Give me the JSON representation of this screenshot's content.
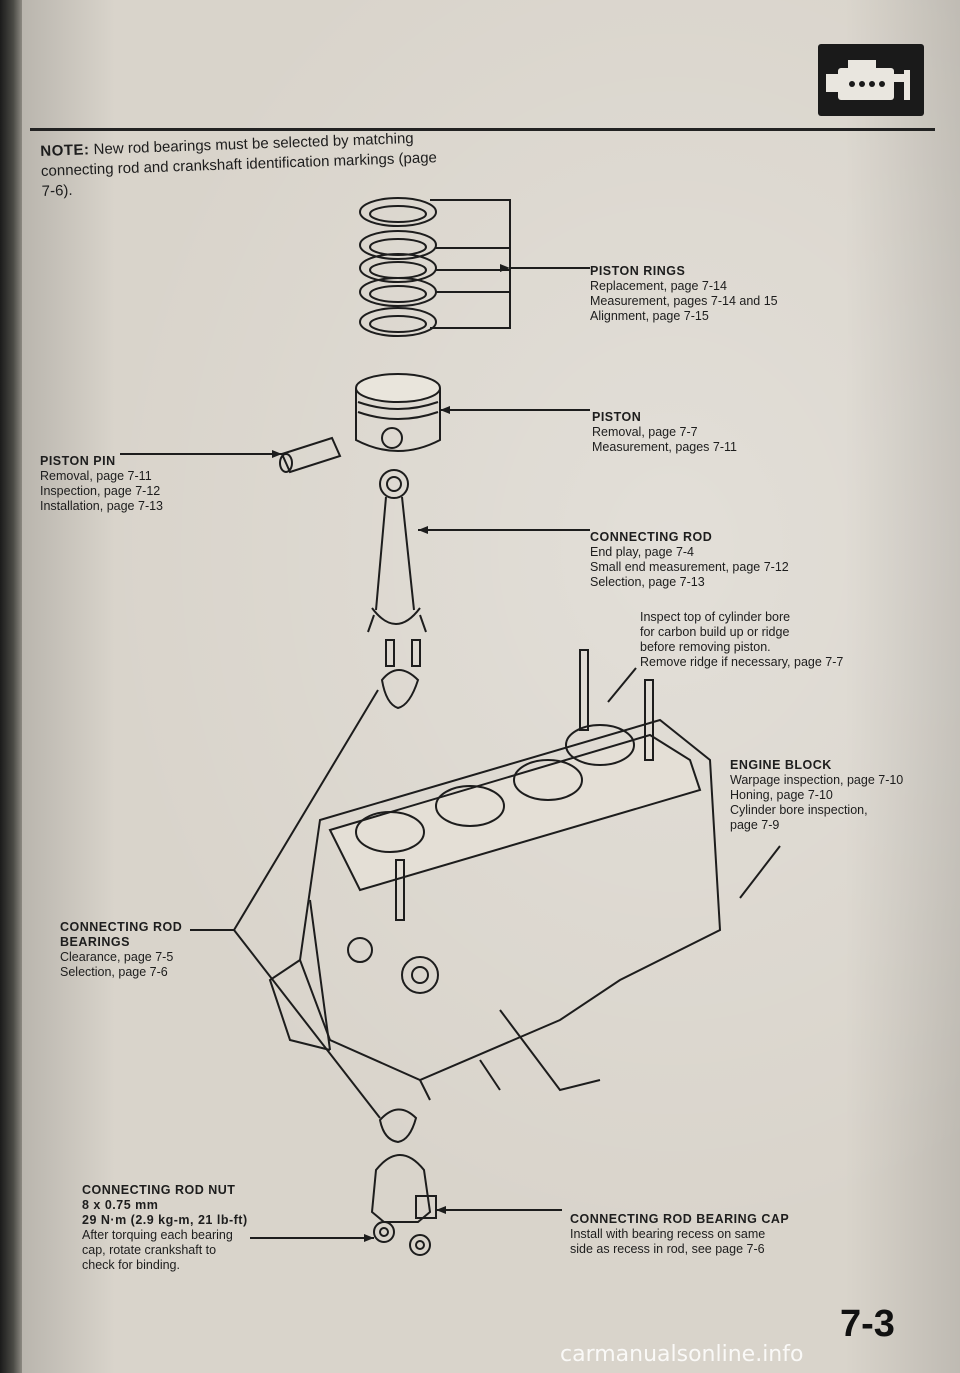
{
  "note": {
    "label": "NOTE:",
    "text": "New rod bearings must be selected by matching connecting rod and crankshaft identification markings (page 7-6)."
  },
  "callouts": {
    "piston_rings": {
      "title": "PISTON RINGS",
      "lines": [
        "Replacement, page 7-14",
        "Measurement, pages 7-14 and 15",
        "Alignment, page 7-15"
      ]
    },
    "piston": {
      "title": "PISTON",
      "lines": [
        "Removal, page 7-7",
        "Measurement, pages 7-11"
      ]
    },
    "piston_pin": {
      "title": "PISTON PIN",
      "lines": [
        "Removal, page 7-11",
        "Inspection, page 7-12",
        "Installation, page 7-13"
      ]
    },
    "connecting_rod": {
      "title": "CONNECTING ROD",
      "lines": [
        "End play, page 7-4",
        "Small end measurement, page 7-12",
        "Selection, page 7-13"
      ]
    },
    "cylinder_bore": {
      "lines": [
        "Inspect top of cylinder bore",
        "for carbon build up or ridge",
        "before removing piston.",
        "Remove ridge if necessary, page 7-7"
      ]
    },
    "engine_block": {
      "title": "ENGINE BLOCK",
      "lines": [
        "Warpage inspection, page 7-10",
        "Honing, page 7-10",
        "Cylinder bore inspection,",
        "page 7-9"
      ]
    },
    "rod_bearings": {
      "title_1": "CONNECTING ROD",
      "title_2": "BEARINGS",
      "lines": [
        "Clearance, page 7-5",
        "Selection, page 7-6"
      ]
    },
    "rod_nut": {
      "title": "CONNECTING ROD NUT",
      "lines": [
        "8 x 0.75 mm",
        "29 N·m (2.9 kg-m, 21 lb-ft)",
        "After torquing each bearing",
        "cap, rotate crankshaft to",
        "check for binding."
      ]
    },
    "bearing_cap": {
      "title": "CONNECTING ROD BEARING CAP",
      "lines": [
        "Install with bearing recess on same",
        "side as recess in rod, see page 7-6"
      ]
    }
  },
  "page_number": "7-3",
  "watermark": "carmanualsonline.info",
  "icons": {
    "section": "engine-icon"
  }
}
